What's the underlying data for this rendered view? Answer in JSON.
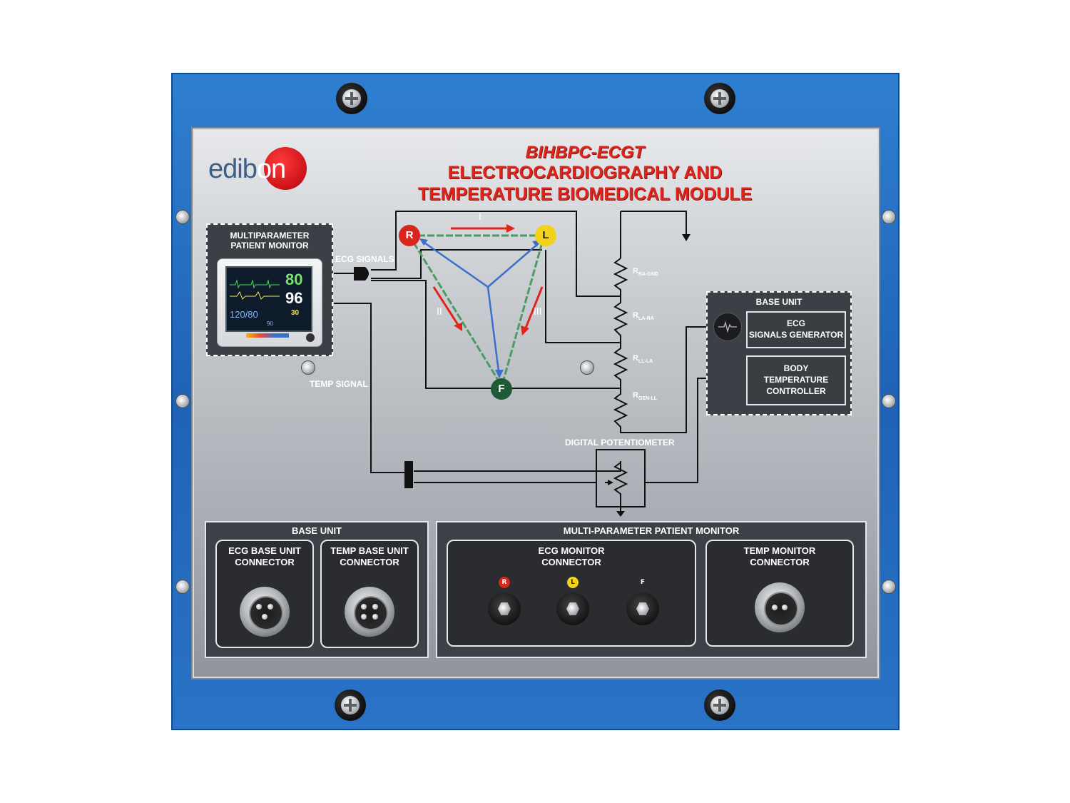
{
  "panel": {
    "logo": "edibon",
    "title_line1": "BIHBPC-ECGT",
    "title_line2": "ELECTROCARDIOGRAPHY AND",
    "title_line3": "TEMPERATURE BIOMEDICAL MODULE"
  },
  "monitor_box": {
    "label_line1": "MULTIPARAMETER",
    "label_line2": "PATIENT MONITOR",
    "screen_hr": "80",
    "screen_spo2": "96",
    "screen_bp": "120/80",
    "screen_temp": "30",
    "screen_small": "90"
  },
  "signals": {
    "ecg_signals": "ECG SIGNALS",
    "temp_signal": "TEMP SIGNAL",
    "digital_potentiometer": "DIGITAL POTENTIOMETER"
  },
  "einthoven": {
    "node_r": "R",
    "node_l": "L",
    "node_f": "F",
    "lead_i": "I",
    "lead_ii": "II",
    "lead_iii": "III"
  },
  "resistors": {
    "r1_main": "R",
    "r1_sub": "RA-GND",
    "r2_main": "R",
    "r2_sub": "LA-RA",
    "r3_main": "R",
    "r3_sub": "LL-LA",
    "r4_main": "R",
    "r4_sub": "GEN-LL"
  },
  "base_unit_box": {
    "title": "BASE UNIT",
    "ecg_gen_line1": "ECG",
    "ecg_gen_line2": "SIGNALS GENERATOR",
    "temp_ctrl_line1": "BODY",
    "temp_ctrl_line2": "TEMPERATURE",
    "temp_ctrl_line3": "CONTROLLER"
  },
  "bottom_base_unit": {
    "title": "BASE UNIT",
    "ecg_conn_line1": "ECG BASE UNIT",
    "ecg_conn_line2": "CONNECTOR",
    "temp_conn_line1": "TEMP BASE UNIT",
    "temp_conn_line2": "CONNECTOR"
  },
  "bottom_monitor": {
    "title": "MULTI-PARAMETER PATIENT MONITOR",
    "ecg_conn_line1": "ECG MONITOR",
    "ecg_conn_line2": "CONNECTOR",
    "jack_r": "R",
    "jack_l": "L",
    "jack_f": "F",
    "temp_conn_line1": "TEMP MONITOR",
    "temp_conn_line2": "CONNECTOR"
  },
  "colors": {
    "frame_blue": "#1f62b5",
    "title_red": "#e2231a",
    "node_r": "#d7261e",
    "node_l": "#f2d21b",
    "node_f": "#1f5a36",
    "lead_green": "#4c9a64",
    "lead_blue": "#3b6fc9",
    "arrow_red": "#e2231a"
  }
}
